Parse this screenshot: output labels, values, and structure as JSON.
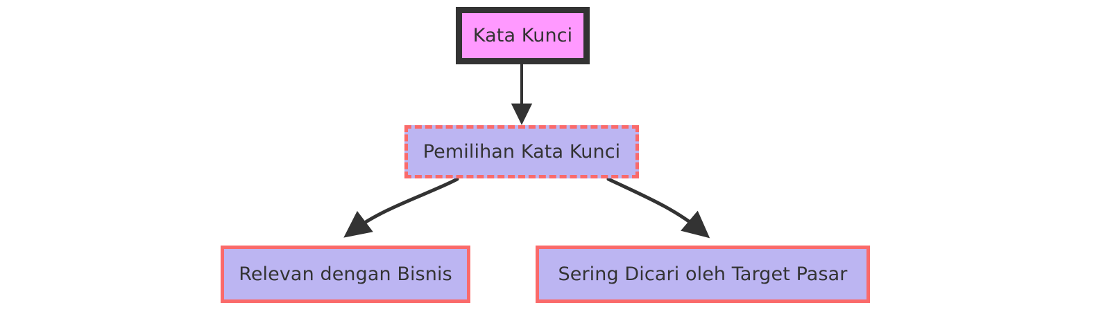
{
  "diagram": {
    "type": "flowchart",
    "direction": "top-down",
    "background_color": "#ffffff",
    "nodes": [
      {
        "id": "kata-kunci",
        "label": "Kata Kunci",
        "fill_color": "#ff99ff",
        "border_color": "#333333",
        "border_style": "solid",
        "text_color": "#333333"
      },
      {
        "id": "pemilihan-kata-kunci",
        "label": "Pemilihan Kata Kunci",
        "fill_color": "#bcb5f2",
        "border_color": "#fa6a6a",
        "border_style": "dashed",
        "text_color": "#333333"
      },
      {
        "id": "relevan-dengan-bisnis",
        "label": "Relevan dengan Bisnis",
        "fill_color": "#bcb5f2",
        "border_color": "#fa6a6a",
        "border_style": "solid",
        "text_color": "#333333"
      },
      {
        "id": "sering-dicari-target-pasar",
        "label": "Sering Dicari oleh Target Pasar",
        "fill_color": "#bcb5f2",
        "border_color": "#fa6a6a",
        "border_style": "solid",
        "text_color": "#333333"
      }
    ],
    "edges": [
      {
        "id": "edge-kata-kunci-to-pemilihan",
        "from": "kata-kunci",
        "to": "pemilihan-kata-kunci",
        "shape": "straight",
        "label": "",
        "color": "#333333",
        "arrowhead": "filled-triangle"
      },
      {
        "id": "edge-pemilihan-to-relevan",
        "from": "pemilihan-kata-kunci",
        "to": "relevan-dengan-bisnis",
        "shape": "curved",
        "label": "",
        "color": "#333333",
        "arrowhead": "filled-triangle"
      },
      {
        "id": "edge-pemilihan-to-sering-dicari",
        "from": "pemilihan-kata-kunci",
        "to": "sering-dicari-target-pasar",
        "shape": "curved",
        "label": "",
        "color": "#333333",
        "arrowhead": "filled-triangle"
      }
    ]
  }
}
